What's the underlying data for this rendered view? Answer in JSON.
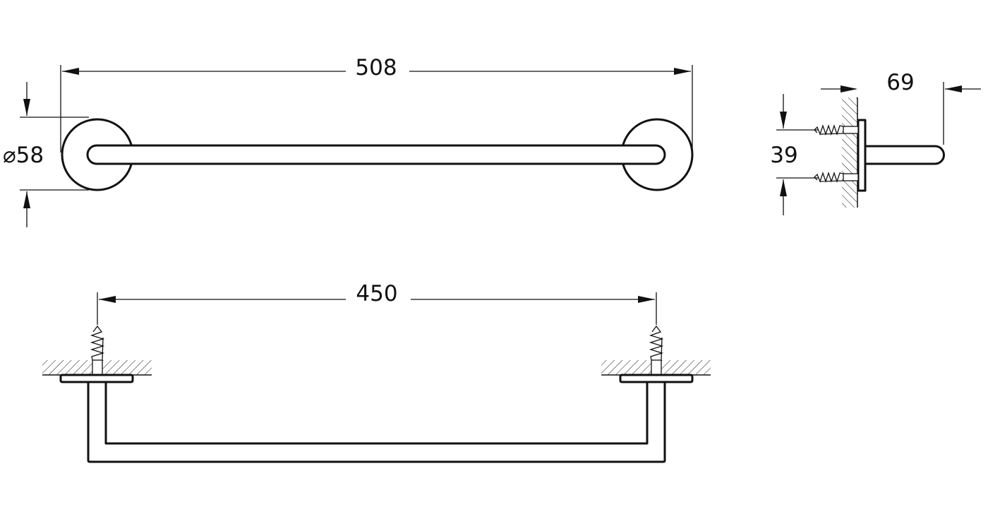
{
  "dimensions": {
    "overall_length": "508",
    "rosette_diameter": "⌀58",
    "mounting_centers": "450",
    "projection": "69",
    "screw_spacing": "39"
  },
  "views": [
    "front-view",
    "side-view",
    "top-view"
  ]
}
